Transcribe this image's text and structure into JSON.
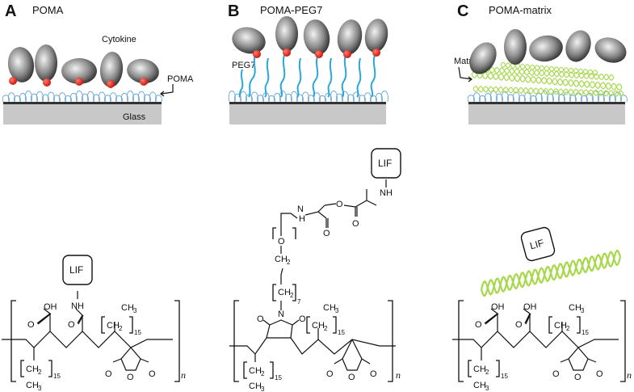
{
  "panels": [
    {
      "letter": "A",
      "title": "POMA"
    },
    {
      "letter": "B",
      "title": "POMA-PEG7"
    },
    {
      "letter": "C",
      "title": "POMA-matrix"
    }
  ],
  "labels": {
    "cytokine": "Cytokine",
    "poma": "POMA",
    "glass": "Glass",
    "peg7": "PEG7",
    "matrix": "Matrix"
  },
  "lif": "LIF",
  "chem": {
    "oh": "OH",
    "o": "O",
    "nh": "NH",
    "h": "H",
    "n_atom": "N",
    "ch": "CH",
    "sub2": "2",
    "sub3": "3",
    "sub15": "15",
    "sub7": "7",
    "repeat_n": "n"
  },
  "colors": {
    "cytokine_dark": "#2b2b2b",
    "cytokine_light": "#e8e8e8",
    "binding_site": "#e8231a",
    "poma_loops": "#6aa8d8",
    "peg_chain": "#29a8d6",
    "matrix_helix": "#a6d84a",
    "glass": "#c8c8c8",
    "substrate_line": "#333333"
  }
}
